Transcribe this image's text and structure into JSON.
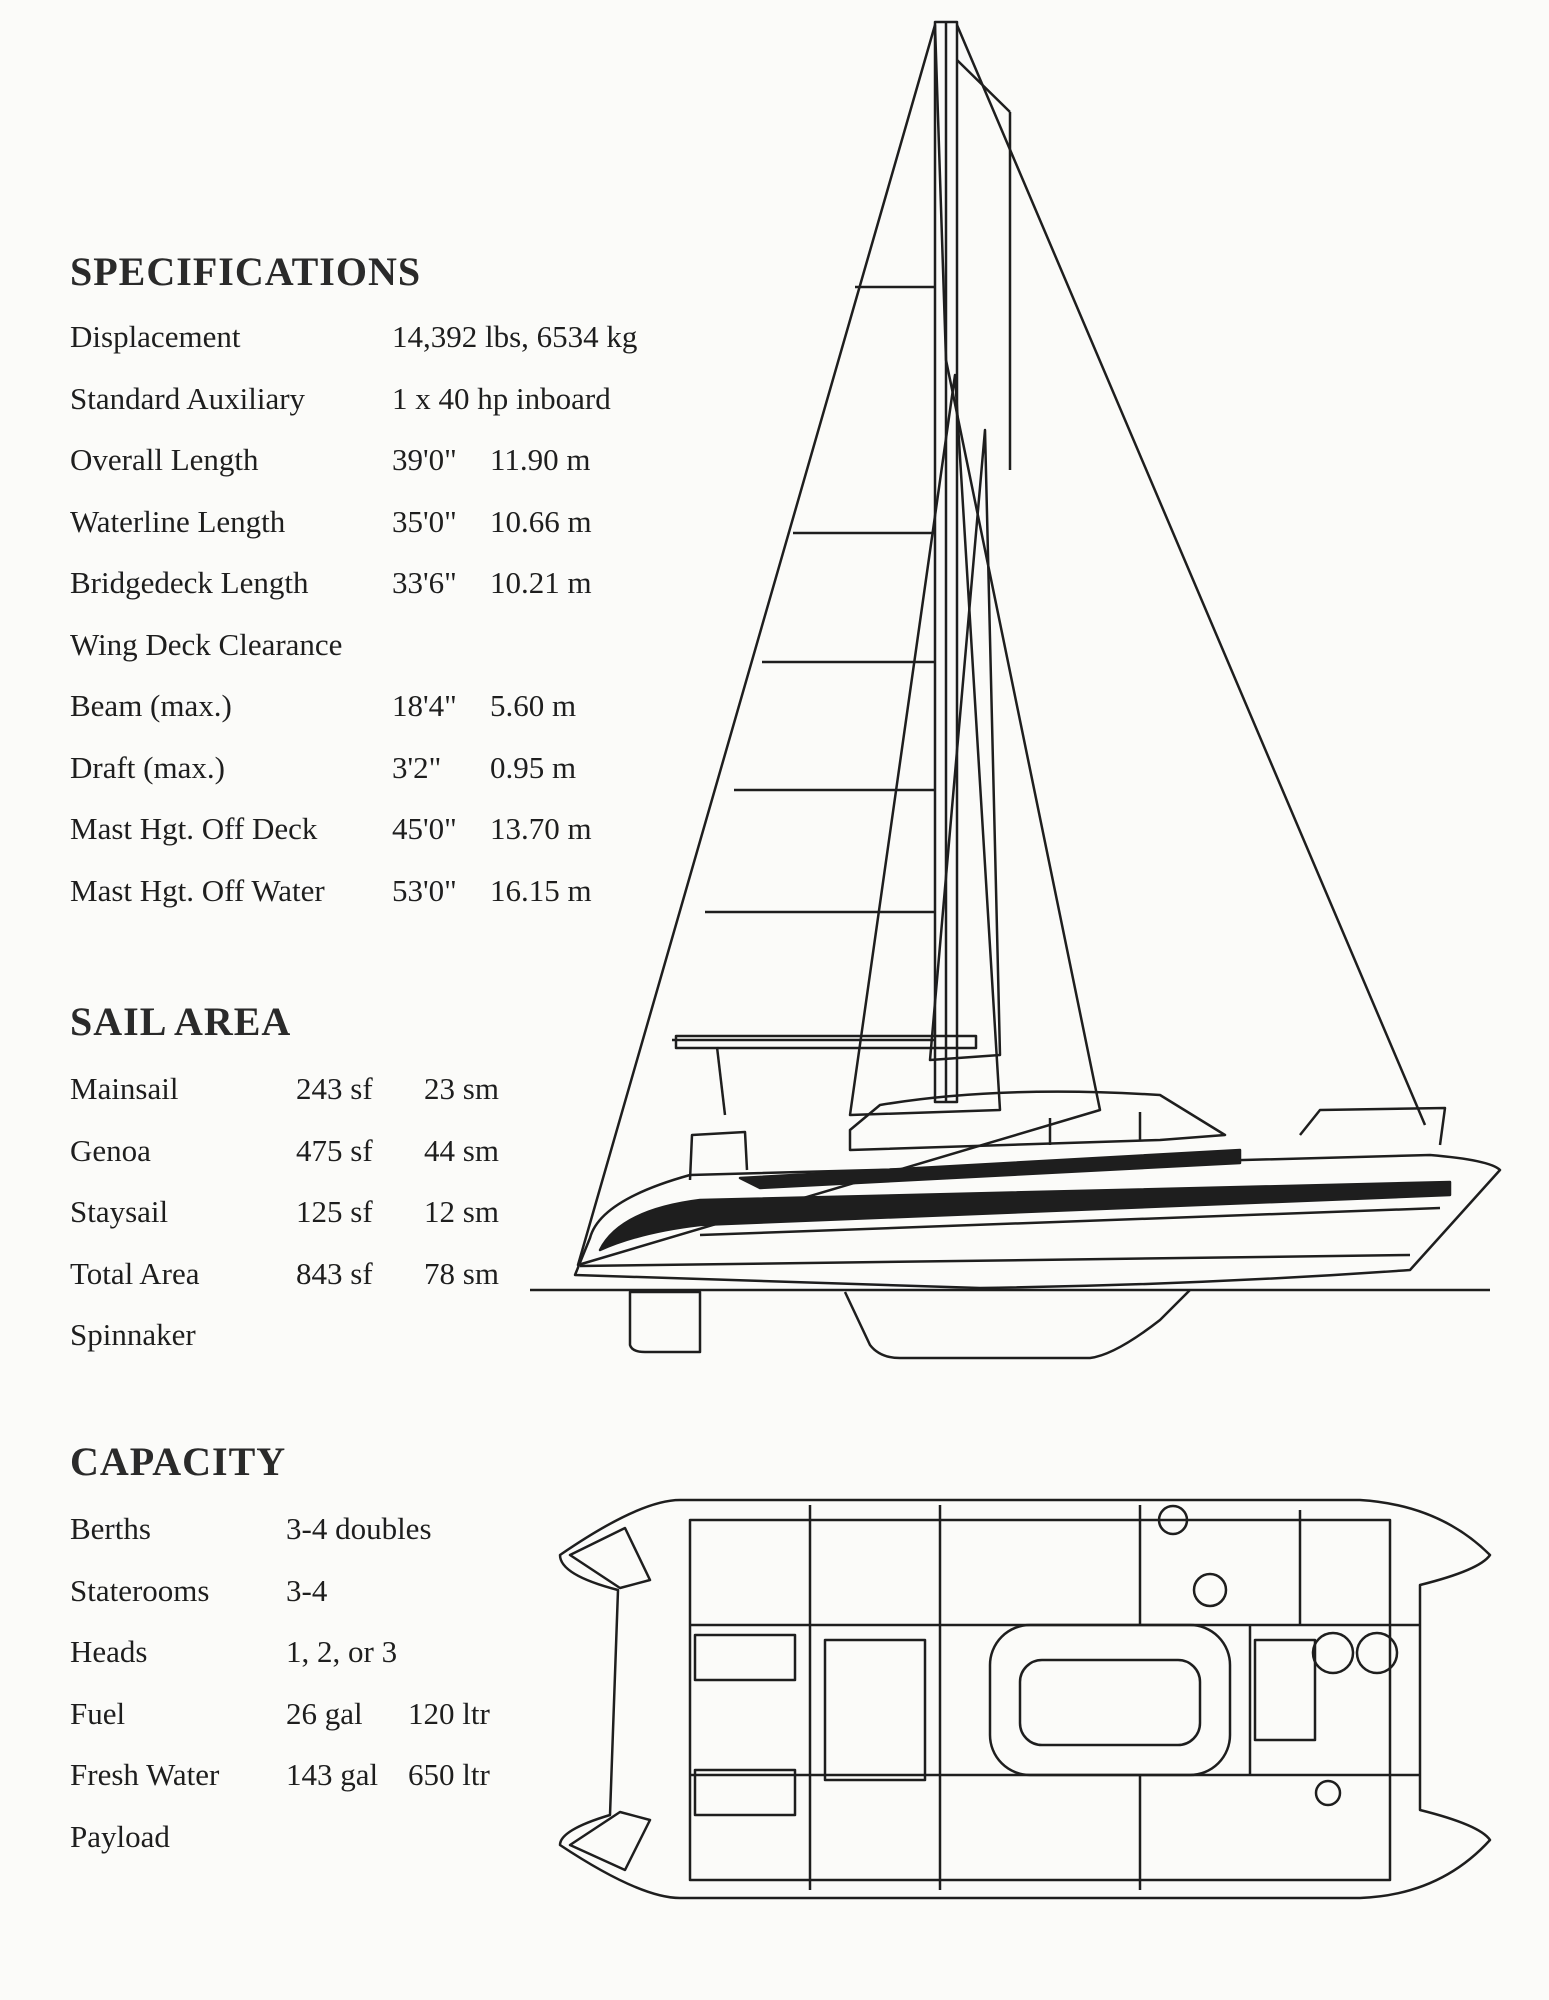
{
  "specifications": {
    "heading": "SPECIFICATIONS",
    "rows": [
      {
        "label": "Displacement",
        "imperial": "14,392 lbs, 6534 kg",
        "metric": ""
      },
      {
        "label": "Standard Auxiliary",
        "imperial": "1 x 40 hp inboard",
        "metric": ""
      },
      {
        "label": "Overall Length",
        "imperial": "39'0\"",
        "metric": "11.90 m"
      },
      {
        "label": "Waterline Length",
        "imperial": "35'0\"",
        "metric": "10.66 m"
      },
      {
        "label": "Bridgedeck Length",
        "imperial": "33'6\"",
        "metric": "10.21 m"
      },
      {
        "label": "Wing Deck Clearance",
        "imperial": "",
        "metric": ""
      },
      {
        "label": "Beam (max.)",
        "imperial": "18'4\"",
        "metric": "5.60 m"
      },
      {
        "label": "Draft (max.)",
        "imperial": "3'2\"",
        "metric": "0.95 m"
      },
      {
        "label": "Mast Hgt. Off Deck",
        "imperial": "45'0\"",
        "metric": "13.70 m"
      },
      {
        "label": "Mast Hgt. Off Water",
        "imperial": "53'0\"",
        "metric": "16.15 m"
      }
    ]
  },
  "sail_area": {
    "heading": "SAIL AREA",
    "rows": [
      {
        "label": "Mainsail",
        "imperial": "243 sf",
        "metric": "23 sm"
      },
      {
        "label": "Genoa",
        "imperial": "475 sf",
        "metric": "44 sm"
      },
      {
        "label": "Staysail",
        "imperial": "125 sf",
        "metric": "12 sm"
      },
      {
        "label": "Total Area",
        "imperial": "843 sf",
        "metric": "78 sm"
      },
      {
        "label": "Spinnaker",
        "imperial": "",
        "metric": ""
      }
    ]
  },
  "capacity": {
    "heading": "CAPACITY",
    "rows": [
      {
        "label": "Berths",
        "imperial": "3-4 doubles",
        "metric": ""
      },
      {
        "label": "Staterooms",
        "imperial": "3-4",
        "metric": ""
      },
      {
        "label": "Heads",
        "imperial": "1, 2, or 3",
        "metric": ""
      },
      {
        "label": "Fuel",
        "imperial": "26 gal",
        "metric": "120 ltr"
      },
      {
        "label": "Fresh Water",
        "imperial": "143 gal",
        "metric": "650 ltr"
      },
      {
        "label": "Payload",
        "imperial": "",
        "metric": ""
      }
    ]
  },
  "drawings": {
    "profile": "sailboat-profile-drawing",
    "plan": "catamaran-deck-plan-drawing"
  }
}
